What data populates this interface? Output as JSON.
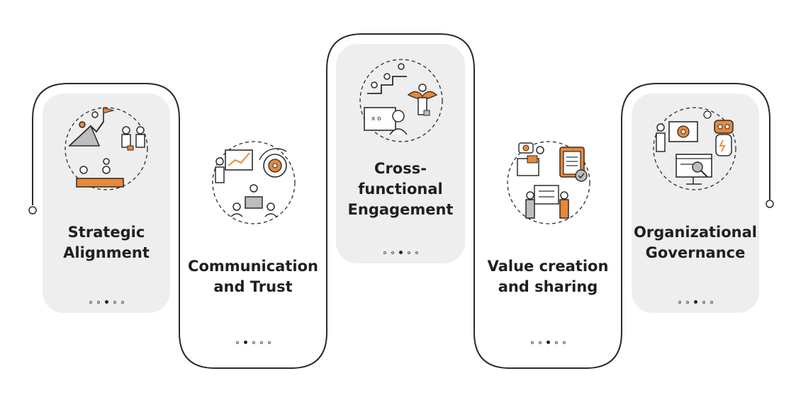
{
  "colors": {
    "accent": "#e8883a",
    "outline": "#2b2b2b",
    "panel": "#eeeeee"
  },
  "cards": [
    {
      "id": "strategic",
      "title_lines": [
        "Strategic",
        "Alignment"
      ],
      "icon": "team-alignment-icon",
      "active_dot": 3,
      "dot_count": 5
    },
    {
      "id": "communication",
      "title_lines": [
        "Communication",
        "and Trust"
      ],
      "icon": "presentation-icon",
      "active_dot": 2,
      "dot_count": 5
    },
    {
      "id": "cross",
      "title_lines": [
        "Cross-",
        "functional",
        "Engagement"
      ],
      "icon": "collaboration-icon",
      "active_dot": 3,
      "dot_count": 5
    },
    {
      "id": "value",
      "title_lines": [
        "Value creation",
        "and sharing"
      ],
      "icon": "value-sharing-icon",
      "active_dot": 3,
      "dot_count": 5
    },
    {
      "id": "governance",
      "title_lines": [
        "Organizational",
        "Governance"
      ],
      "icon": "governance-icon",
      "active_dot": 3,
      "dot_count": 5
    }
  ]
}
